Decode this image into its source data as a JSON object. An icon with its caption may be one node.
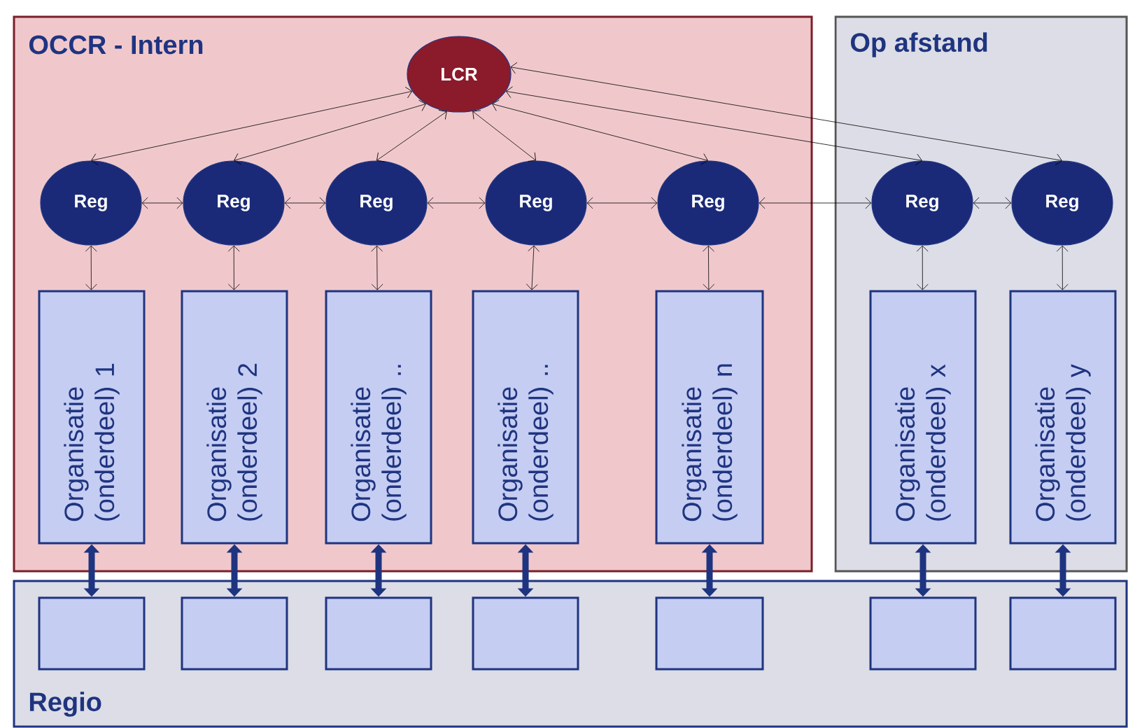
{
  "diagram": {
    "nodes": [
      {
        "text": [
          "OCCR - Intern"
        ]
      },
      {
        "text": [
          "Op afstand"
        ]
      },
      {
        "text": [
          "Regio"
        ]
      },
      {
        "text": [
          "LCR"
        ],
        "in": 0
      },
      {
        "text": [
          "Reg"
        ],
        "in": 0
      },
      {
        "text": [
          "Reg"
        ],
        "in": 0
      },
      {
        "text": [
          "Reg"
        ],
        "in": 0
      },
      {
        "text": [
          "Reg"
        ],
        "in": 0
      },
      {
        "text": [
          "Reg"
        ],
        "in": 0
      },
      {
        "text": [
          "Reg"
        ],
        "in": 1
      },
      {
        "text": [
          "Reg"
        ],
        "in": 1
      },
      {
        "text": [
          "Organisatie (onderdeel) 1"
        ],
        "in": 0
      },
      {
        "text": [
          "Organisatie (onderdeel) 2"
        ],
        "in": 0
      },
      {
        "text": [
          "Organisatie (onderdeel) .."
        ],
        "in": 0
      },
      {
        "text": [
          "Organisatie (onderdeel) .."
        ],
        "in": 0
      },
      {
        "text": [
          "Organisatie (onderdeel) n"
        ],
        "in": 0
      },
      {
        "text": [
          "Organisatie (onderdeel) x"
        ],
        "in": 1
      },
      {
        "text": [
          "Organisatie (onderdeel) y"
        ],
        "in": 1
      },
      {
        "text": [],
        "shape": "box",
        "in": 2
      },
      {
        "text": [],
        "shape": "box",
        "in": 2
      },
      {
        "text": [],
        "shape": "box",
        "in": 2
      },
      {
        "text": [],
        "shape": "box",
        "in": 2
      },
      {
        "text": [],
        "shape": "box",
        "in": 2
      },
      {
        "text": [],
        "shape": "box",
        "in": 2
      },
      {
        "text": [],
        "shape": "box",
        "in": 2
      }
    ],
    "edges": [
      {
        "from": 3,
        "to": 4,
        "arrow": "both"
      },
      {
        "from": 3,
        "to": 5,
        "arrow": "both"
      },
      {
        "from": 3,
        "to": 6,
        "arrow": "both"
      },
      {
        "from": 3,
        "to": 7,
        "arrow": "both"
      },
      {
        "from": 3,
        "to": 8,
        "arrow": "both"
      },
      {
        "from": 3,
        "to": 9,
        "arrow": "both"
      },
      {
        "from": 3,
        "to": 10,
        "arrow": "both"
      },
      {
        "from": 4,
        "to": 5,
        "arrow": "both"
      },
      {
        "from": 5,
        "to": 6,
        "arrow": "both"
      },
      {
        "from": 6,
        "to": 7,
        "arrow": "both"
      },
      {
        "from": 7,
        "to": 8,
        "arrow": "both"
      },
      {
        "from": 8,
        "to": 9,
        "arrow": "both"
      },
      {
        "from": 9,
        "to": 10,
        "arrow": "both"
      },
      {
        "from": 4,
        "to": 11,
        "arrow": "both"
      },
      {
        "from": 5,
        "to": 12,
        "arrow": "both"
      },
      {
        "from": 6,
        "to": 13,
        "arrow": "both"
      },
      {
        "from": 7,
        "to": 14,
        "arrow": "both"
      },
      {
        "from": 8,
        "to": 15,
        "arrow": "both"
      },
      {
        "from": 9,
        "to": 16,
        "arrow": "both"
      },
      {
        "from": 10,
        "to": 17,
        "arrow": "both"
      },
      {
        "from": 11,
        "to": 18,
        "arrow": "both",
        "style": "thick",
        "color": "#1f3480"
      },
      {
        "from": 12,
        "to": 19,
        "arrow": "both",
        "style": "thick",
        "color": "#1f3480"
      },
      {
        "from": 13,
        "to": 20,
        "arrow": "both",
        "style": "thick",
        "color": "#1f3480"
      },
      {
        "from": 14,
        "to": 21,
        "arrow": "both",
        "style": "thick",
        "color": "#1f3480"
      },
      {
        "from": 15,
        "to": 22,
        "arrow": "both",
        "style": "thick",
        "color": "#1f3480"
      },
      {
        "from": 16,
        "to": 23,
        "arrow": "both",
        "style": "thick",
        "color": "#1f3480"
      },
      {
        "from": 17,
        "to": 24,
        "arrow": "both",
        "style": "thick",
        "color": "#1f3480"
      }
    ]
  }
}
